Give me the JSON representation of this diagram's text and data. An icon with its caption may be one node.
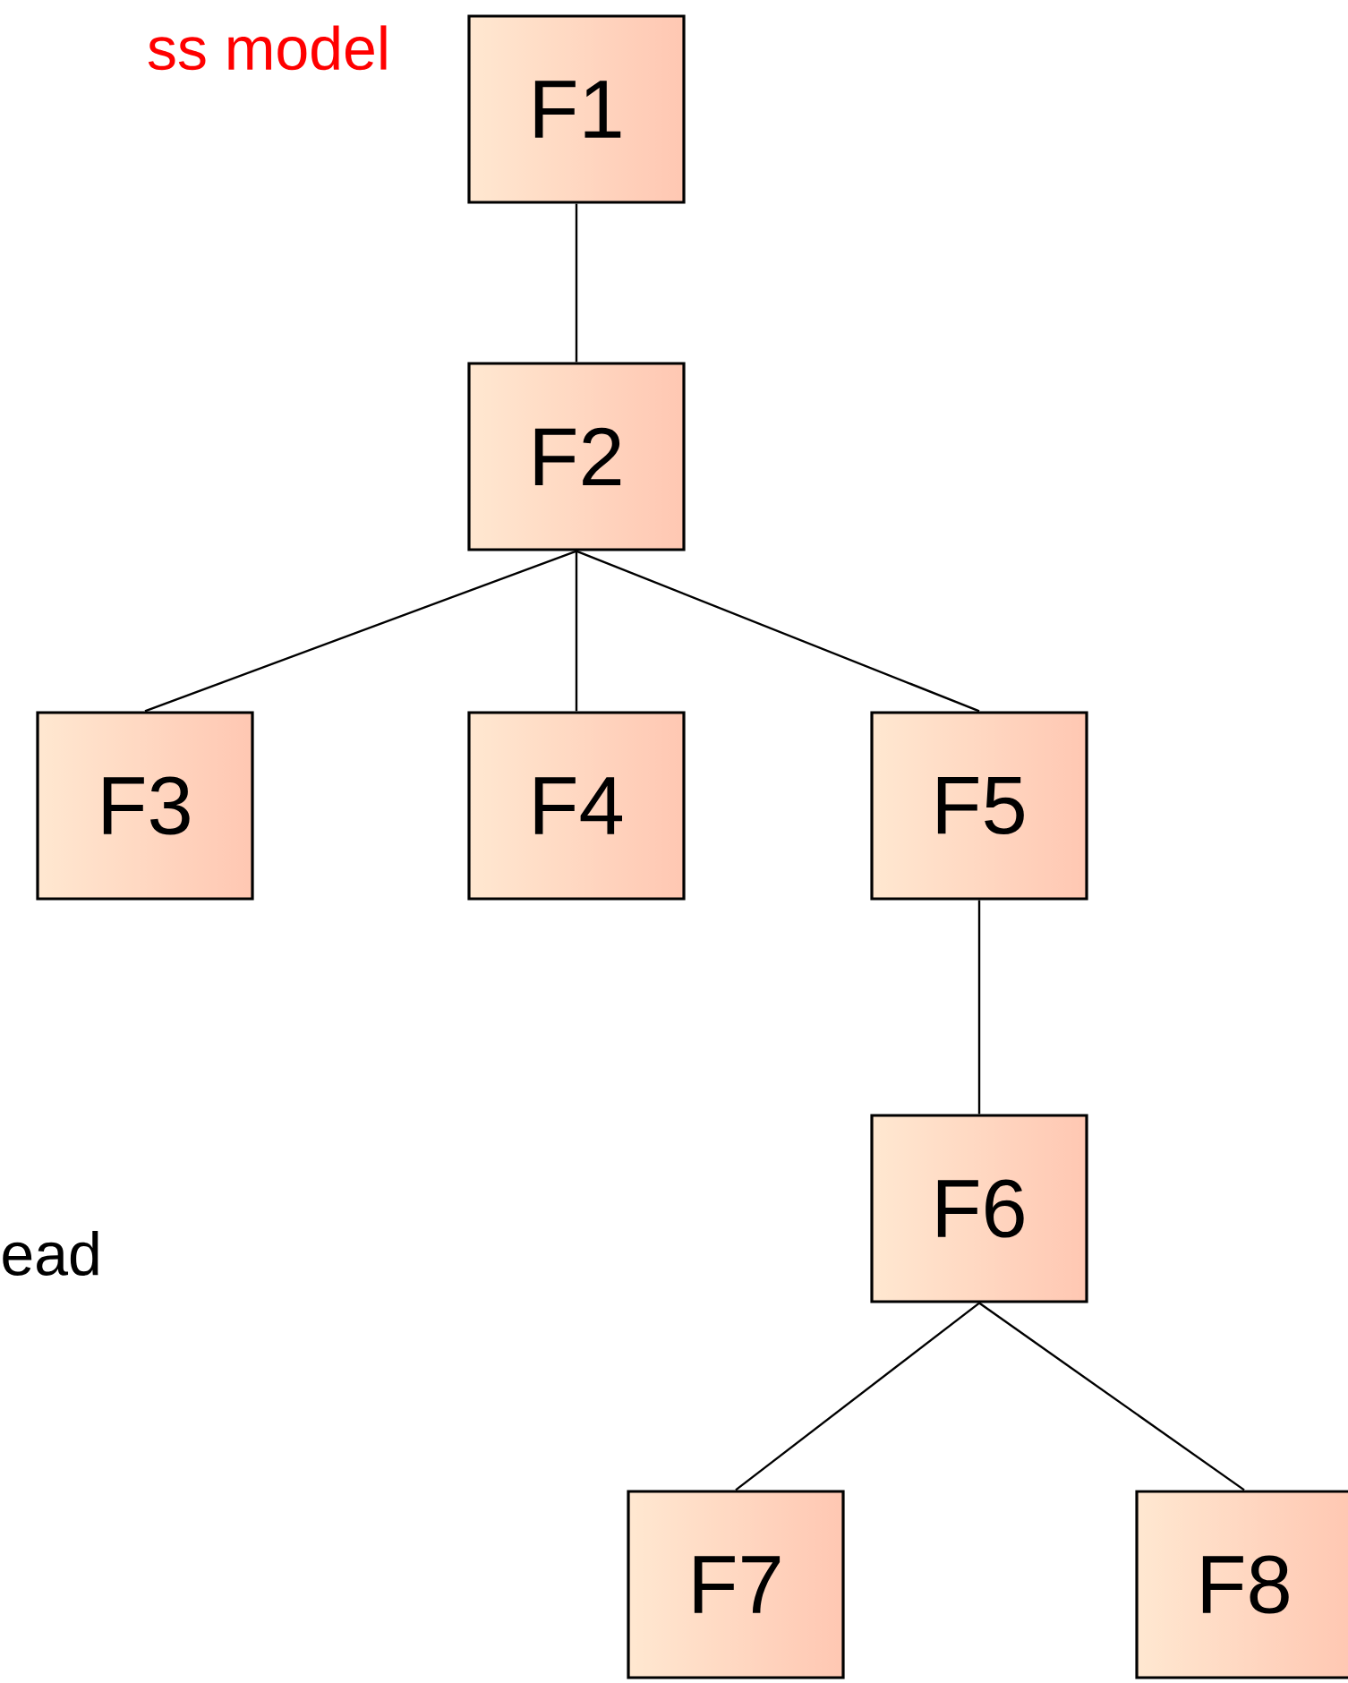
{
  "diagram": {
    "nodes": [
      {
        "text": [
          "F1"
        ]
      },
      {
        "text": [
          "F2"
        ]
      },
      {
        "text": [
          "F3"
        ]
      },
      {
        "text": [
          "F4"
        ]
      },
      {
        "text": [
          "F5"
        ]
      },
      {
        "text": [
          "F6"
        ]
      },
      {
        "text": [
          "F7"
        ]
      },
      {
        "text": [
          "F8"
        ]
      }
    ],
    "edges": [
      {
        "from": 0,
        "to": 1,
        "arrow": "none"
      },
      {
        "from": 1,
        "to": 2,
        "arrow": "none"
      },
      {
        "from": 1,
        "to": 3,
        "arrow": "none"
      },
      {
        "from": 1,
        "to": 4,
        "arrow": "none"
      },
      {
        "from": 4,
        "to": 5,
        "arrow": "none"
      },
      {
        "from": 5,
        "to": 6,
        "arrow": "none"
      },
      {
        "from": 5,
        "to": 7,
        "arrow": "none"
      }
    ],
    "labels": [
      "ss model",
      "ead"
    ]
  }
}
